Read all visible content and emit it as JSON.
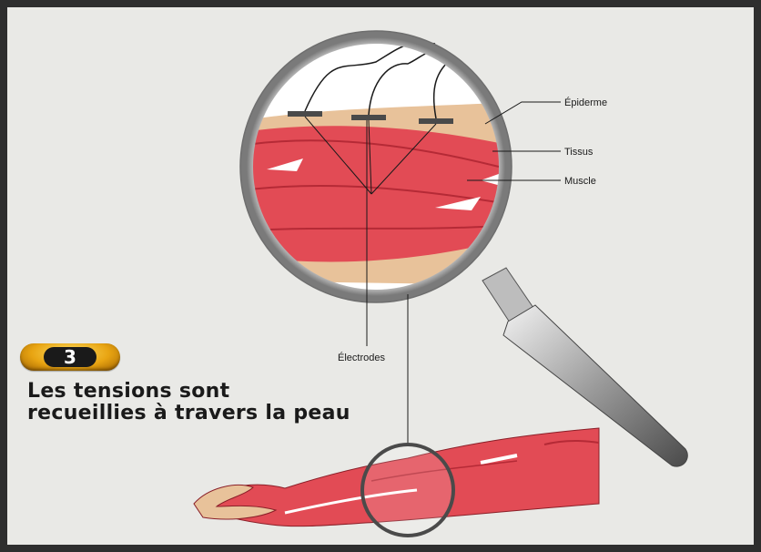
{
  "step": {
    "number": "3",
    "caption": "Les tensions sont recueillies à travers la peau"
  },
  "labels": {
    "epiderme": "Épiderme",
    "tissus": "Tissus",
    "muscle": "Muscle",
    "electrodes": "Électrodes"
  },
  "colors": {
    "muscle": "#e24b55",
    "muscle_dark": "#b52a36",
    "tissue": "#e8c29a",
    "background": "#e9e9e6",
    "frame": "#2e2e2e",
    "badge": "#e8a412"
  }
}
